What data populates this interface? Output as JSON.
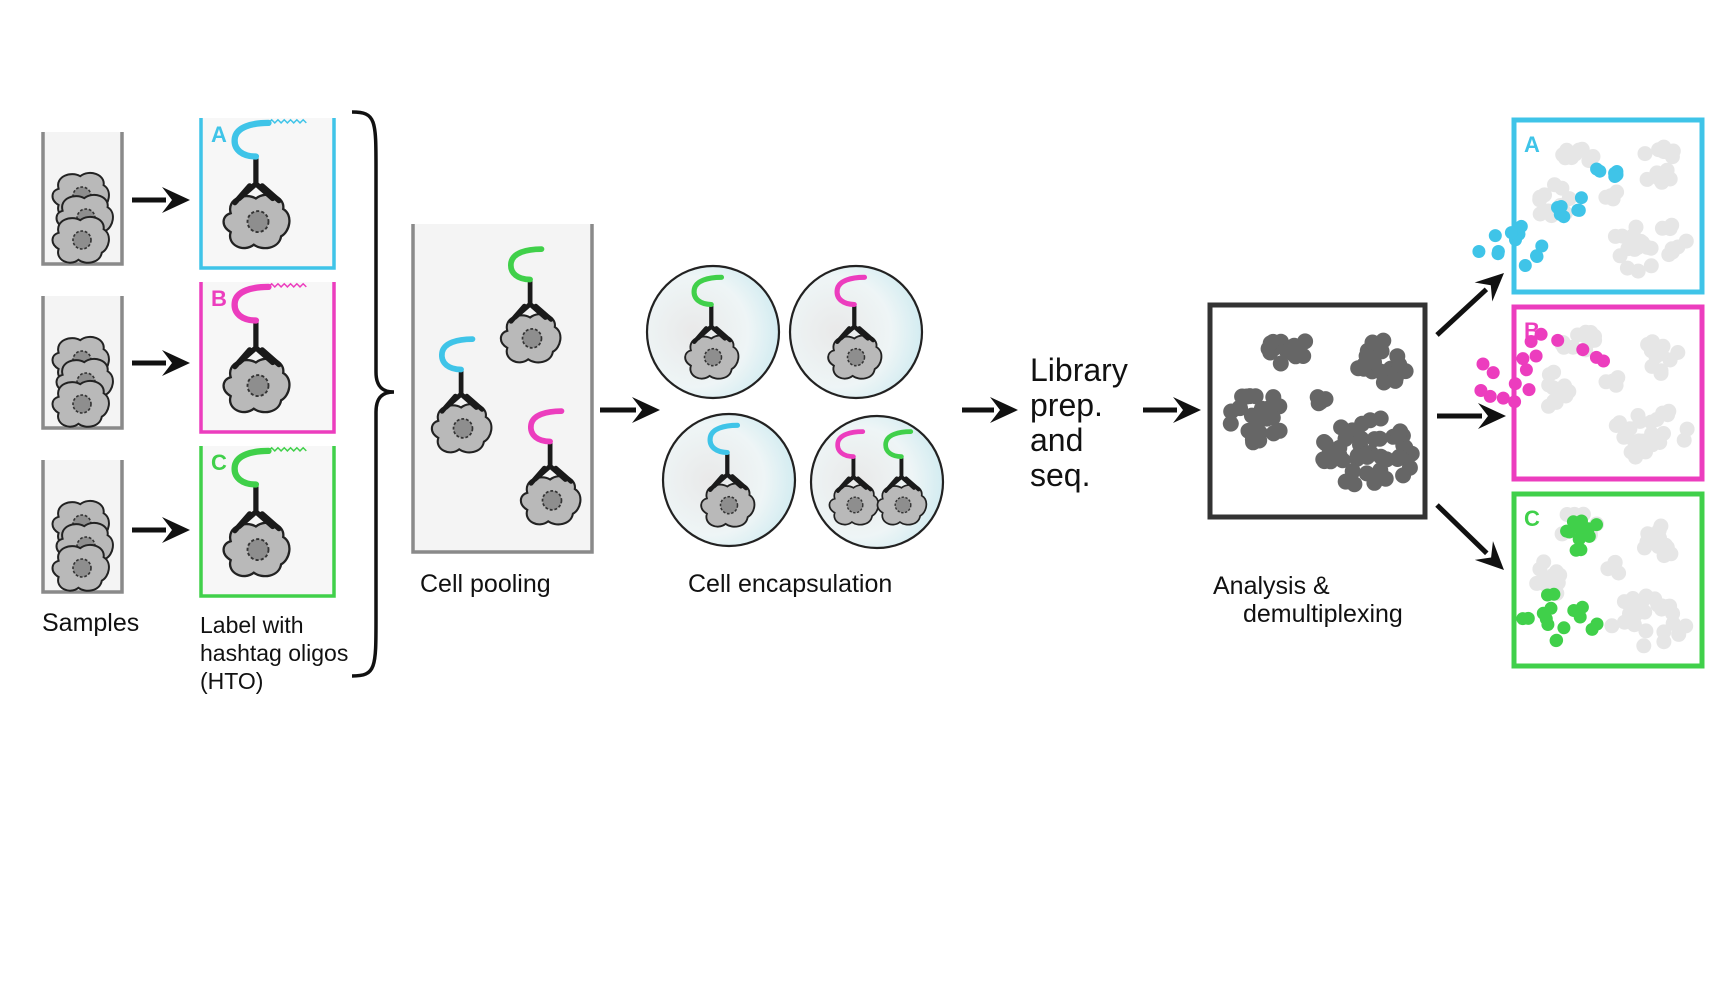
{
  "colors": {
    "hto_a": "#3fc4e8",
    "hto_b": "#ec3dbe",
    "hto_c": "#40d04a",
    "cell_fill": "#b9b9b9",
    "cell_outline": "#222222",
    "antibody": "#1a1a1a",
    "tube_outline": "#8a8a8a",
    "cluster_dot": "#666666",
    "background_dot": "#e6e6e6"
  },
  "samples": {
    "label": "Samples"
  },
  "labeling": {
    "label_line1": "Label with",
    "label_line2": "hashtag oligos",
    "label_line3": "(HTO)",
    "tubes": [
      {
        "letter": "A",
        "color": "#3fc4e8"
      },
      {
        "letter": "B",
        "color": "#ec3dbe"
      },
      {
        "letter": "C",
        "color": "#40d04a"
      }
    ]
  },
  "pooling": {
    "label": "Cell pooling"
  },
  "encapsulation": {
    "label": "Cell encapsulation"
  },
  "library": {
    "line1": "Library",
    "line2": "prep.",
    "line3": "and",
    "line4": "seq."
  },
  "analysis": {
    "line1": "Analysis &",
    "line2": "demultiplexing"
  },
  "demux_panels": [
    {
      "letter": "A",
      "color": "#3fc4e8"
    },
    {
      "letter": "B",
      "color": "#ec3dbe"
    },
    {
      "letter": "C",
      "color": "#40d04a"
    }
  ],
  "icons": [
    "cell-icon",
    "antibody-icon",
    "hto-oligo-icon",
    "arrow-right-icon",
    "brace-icon",
    "droplet-icon"
  ]
}
